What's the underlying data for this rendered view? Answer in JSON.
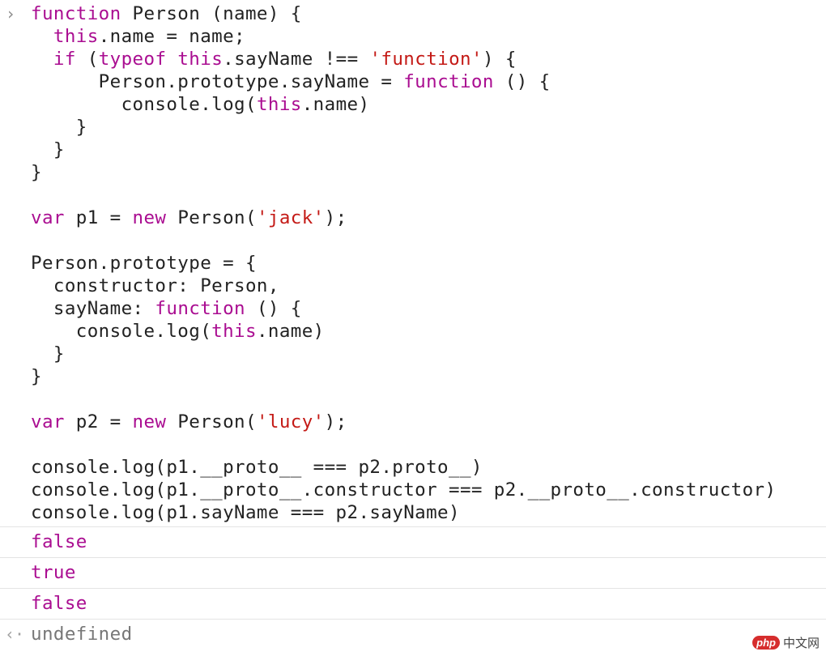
{
  "console": {
    "prompt_icon": "chevron-right-icon",
    "code_lines": [
      [
        {
          "t": "kw",
          "v": "function"
        },
        {
          "t": "plain",
          "v": " Person (name) {"
        }
      ],
      [
        {
          "t": "plain",
          "v": "  "
        },
        {
          "t": "kw",
          "v": "this"
        },
        {
          "t": "plain",
          "v": ".name = name;"
        }
      ],
      [
        {
          "t": "plain",
          "v": "  "
        },
        {
          "t": "kw",
          "v": "if"
        },
        {
          "t": "plain",
          "v": " ("
        },
        {
          "t": "kw",
          "v": "typeof"
        },
        {
          "t": "plain",
          "v": " "
        },
        {
          "t": "kw",
          "v": "this"
        },
        {
          "t": "plain",
          "v": ".sayName !== "
        },
        {
          "t": "str",
          "v": "'function'"
        },
        {
          "t": "plain",
          "v": ") {"
        }
      ],
      [
        {
          "t": "plain",
          "v": "      Person.prototype.sayName = "
        },
        {
          "t": "kw",
          "v": "function"
        },
        {
          "t": "plain",
          "v": " () {"
        }
      ],
      [
        {
          "t": "plain",
          "v": "        console.log("
        },
        {
          "t": "kw",
          "v": "this"
        },
        {
          "t": "plain",
          "v": ".name)"
        }
      ],
      [
        {
          "t": "plain",
          "v": "    }"
        }
      ],
      [
        {
          "t": "plain",
          "v": "  }"
        }
      ],
      [
        {
          "t": "plain",
          "v": "}"
        }
      ],
      [
        {
          "t": "plain",
          "v": ""
        }
      ],
      [
        {
          "t": "kw",
          "v": "var"
        },
        {
          "t": "plain",
          "v": " p1 = "
        },
        {
          "t": "kw",
          "v": "new"
        },
        {
          "t": "plain",
          "v": " Person("
        },
        {
          "t": "str",
          "v": "'jack'"
        },
        {
          "t": "plain",
          "v": ");"
        }
      ],
      [
        {
          "t": "plain",
          "v": ""
        }
      ],
      [
        {
          "t": "plain",
          "v": "Person.prototype = {"
        }
      ],
      [
        {
          "t": "plain",
          "v": "  constructor: Person,"
        }
      ],
      [
        {
          "t": "plain",
          "v": "  sayName: "
        },
        {
          "t": "kw",
          "v": "function"
        },
        {
          "t": "plain",
          "v": " () {"
        }
      ],
      [
        {
          "t": "plain",
          "v": "    console.log("
        },
        {
          "t": "kw",
          "v": "this"
        },
        {
          "t": "plain",
          "v": ".name)"
        }
      ],
      [
        {
          "t": "plain",
          "v": "  }"
        }
      ],
      [
        {
          "t": "plain",
          "v": "}"
        }
      ],
      [
        {
          "t": "plain",
          "v": ""
        }
      ],
      [
        {
          "t": "kw",
          "v": "var"
        },
        {
          "t": "plain",
          "v": " p2 = "
        },
        {
          "t": "kw",
          "v": "new"
        },
        {
          "t": "plain",
          "v": " Person("
        },
        {
          "t": "str",
          "v": "'lucy'"
        },
        {
          "t": "plain",
          "v": ");"
        }
      ],
      [
        {
          "t": "plain",
          "v": ""
        }
      ],
      [
        {
          "t": "plain",
          "v": "console.log(p1.__proto__ === p2.proto__)"
        }
      ],
      [
        {
          "t": "plain",
          "v": "console.log(p1.__proto__.constructor === p2.__proto__.constructor)"
        }
      ],
      [
        {
          "t": "plain",
          "v": "console.log(p1.sayName === p2.sayName)"
        }
      ]
    ],
    "outputs": [
      "false",
      "true",
      "false"
    ],
    "result_icon": "return-arrow-icon",
    "result_value": "undefined"
  },
  "watermark": {
    "badge": "php",
    "text": "中文网"
  },
  "colors": {
    "keyword": "#aa0d91",
    "string": "#c41a16",
    "text": "#222222",
    "result": "#777777"
  }
}
